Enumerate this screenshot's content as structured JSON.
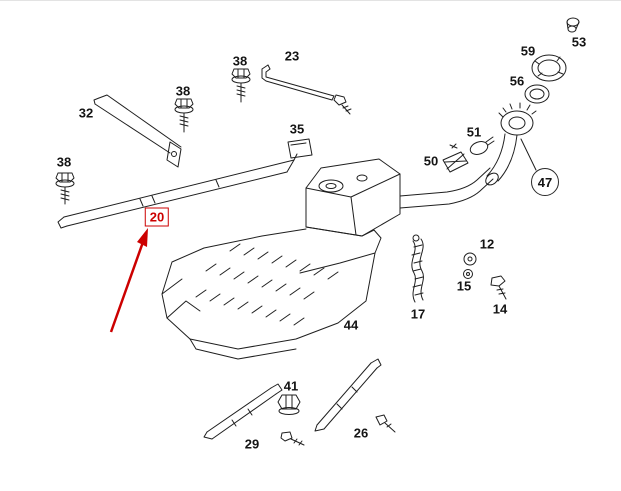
{
  "colors": {
    "background": "#ffffff",
    "line": "#1f1f1f",
    "highlight": "#cc0000"
  },
  "callout": {
    "highlighted_part": "20",
    "circled_part": "47"
  },
  "labels": [
    {
      "text": "38"
    },
    {
      "text": "32"
    },
    {
      "text": "38"
    },
    {
      "text": "38"
    },
    {
      "text": "23"
    },
    {
      "text": "35"
    },
    {
      "text": "59"
    },
    {
      "text": "53"
    },
    {
      "text": "56"
    },
    {
      "text": "51"
    },
    {
      "text": "50"
    },
    {
      "text": "47"
    },
    {
      "text": "12"
    },
    {
      "text": "15"
    },
    {
      "text": "14"
    },
    {
      "text": "17"
    },
    {
      "text": "44"
    },
    {
      "text": "41"
    },
    {
      "text": "26"
    },
    {
      "text": "29"
    },
    {
      "text": "20"
    }
  ]
}
